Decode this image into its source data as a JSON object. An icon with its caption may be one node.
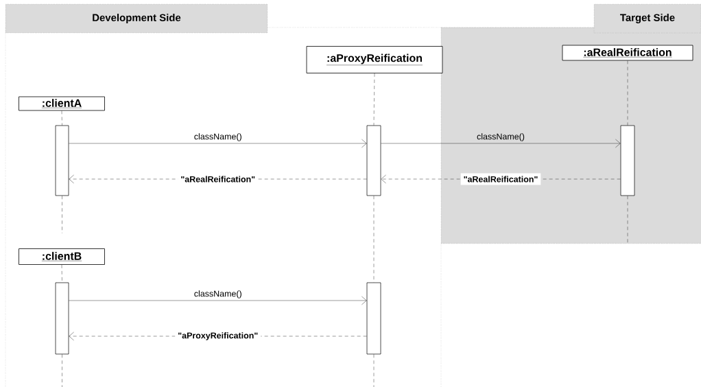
{
  "diagram": {
    "nodes": [
      {
        "text": [
          "Development Side"
        ]
      },
      {
        "text": [
          "Target Side"
        ]
      },
      {
        "text": [
          ":aProxyReification"
        ]
      },
      {
        "text": [
          ":aRealReification"
        ]
      },
      {
        "text": [
          ":clientA"
        ]
      },
      {
        "text": [],
        "shape": "bar"
      },
      {
        "text": [],
        "shape": "bar"
      },
      {
        "text": [],
        "shape": "bar"
      },
      {
        "text": [
          ":clientB"
        ]
      },
      {
        "text": [],
        "shape": "bar"
      },
      {
        "text": [],
        "shape": "bar"
      }
    ],
    "edges": [
      {
        "from": 5,
        "to": 6,
        "arrow": "to",
        "label": "className()"
      },
      {
        "from": 6,
        "to": 7,
        "arrow": "to",
        "label": "className()"
      },
      {
        "from": 7,
        "to": 6,
        "arrow": "to",
        "style": "dashed",
        "label": "\"aRealReification\""
      },
      {
        "from": 6,
        "to": 5,
        "arrow": "to",
        "style": "dashed",
        "label": "\"aRealReification\""
      },
      {
        "from": 9,
        "to": 10,
        "arrow": "to",
        "label": "className()"
      },
      {
        "from": 10,
        "to": 9,
        "arrow": "to",
        "style": "dashed",
        "label": "\"aProxyReification\""
      },
      {
        "from": 2,
        "to": 6,
        "arrow": "none",
        "style": "dashed"
      },
      {
        "from": 3,
        "to": 7,
        "arrow": "none",
        "style": "dashed"
      },
      {
        "from": 4,
        "to": 5,
        "arrow": "none",
        "style": "dashed"
      },
      {
        "from": 6,
        "to": 10,
        "arrow": "none",
        "style": "dashed"
      },
      {
        "from": 8,
        "to": 9,
        "arrow": "none",
        "style": "dashed"
      },
      {
        "from": 5,
        "to": null,
        "arrow": "none",
        "style": "dashed"
      },
      {
        "from": 7,
        "to": null,
        "arrow": "none",
        "style": "dashed"
      },
      {
        "from": 10,
        "to": null,
        "arrow": "none",
        "style": "dashed"
      },
      {
        "from": 9,
        "to": null,
        "arrow": "none",
        "style": "dashed"
      }
    ]
  }
}
